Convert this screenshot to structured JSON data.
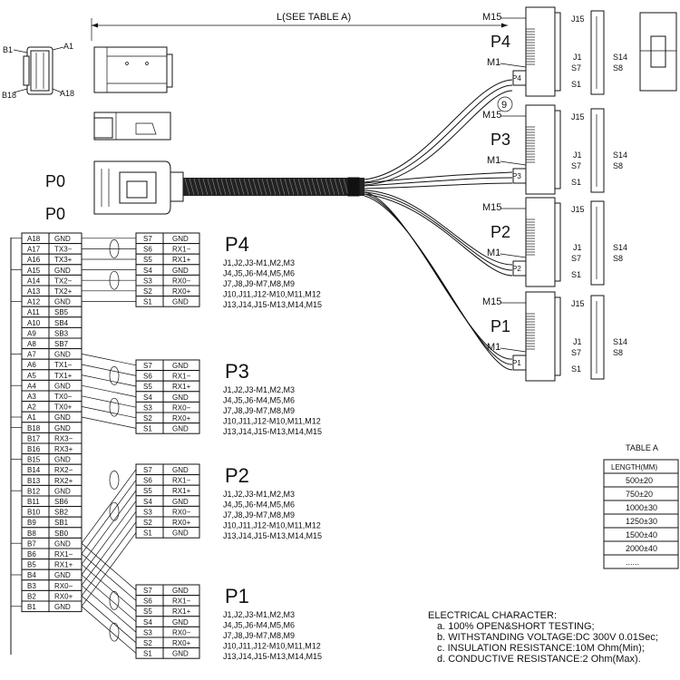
{
  "top": {
    "length_label": "L(SEE TABLE A)"
  },
  "connector_labels": {
    "b1": "B1",
    "a1": "A1",
    "b18": "B18",
    "a18": "A18",
    "p0_top": "P0",
    "p0_bottom": "P0",
    "balloon": "9"
  },
  "sata_connectors": [
    {
      "name": "P4",
      "m15": "M15",
      "m1": "M1",
      "j15": "J15",
      "j1": "J1",
      "s14": "S14",
      "s7": "S7",
      "s8": "S8",
      "s1": "S1",
      "tag": "P4"
    },
    {
      "name": "P3",
      "m15": "M15",
      "m1": "M1",
      "j15": "J15",
      "j1": "J1",
      "s14": "S14",
      "s7": "S7",
      "s8": "S8",
      "s1": "S1",
      "tag": "P3"
    },
    {
      "name": "P2",
      "m15": "M15",
      "m1": "M1",
      "j15": "J15",
      "j1": "J1",
      "s14": "S14",
      "s7": "S7",
      "s8": "S8",
      "s1": "S1",
      "tag": "P2"
    },
    {
      "name": "P1",
      "m15": "M15",
      "m1": "M1",
      "j15": "J15",
      "j1": "J1",
      "s14": "S14",
      "s7": "S7",
      "s8": "S8",
      "s1": "S1",
      "tag": "P1"
    }
  ],
  "pinout_left": [
    {
      "pin": "A18",
      "sig": "GND"
    },
    {
      "pin": "A17",
      "sig": "TX3−"
    },
    {
      "pin": "A16",
      "sig": "TX3+"
    },
    {
      "pin": "A15",
      "sig": "GND"
    },
    {
      "pin": "A14",
      "sig": "TX2−"
    },
    {
      "pin": "A13",
      "sig": "TX2+"
    },
    {
      "pin": "A12",
      "sig": "GND"
    },
    {
      "pin": "A11",
      "sig": "SB5"
    },
    {
      "pin": "A10",
      "sig": "SB4"
    },
    {
      "pin": "A9",
      "sig": "SB3"
    },
    {
      "pin": "A8",
      "sig": "SB7"
    },
    {
      "pin": "A7",
      "sig": "GND"
    },
    {
      "pin": "A6",
      "sig": "TX1−"
    },
    {
      "pin": "A5",
      "sig": "TX1+"
    },
    {
      "pin": "A4",
      "sig": "GND"
    },
    {
      "pin": "A3",
      "sig": "TX0−"
    },
    {
      "pin": "A2",
      "sig": "TX0+"
    },
    {
      "pin": "A1",
      "sig": "GND"
    },
    {
      "pin": "B18",
      "sig": "GND"
    },
    {
      "pin": "B17",
      "sig": "RX3−"
    },
    {
      "pin": "B16",
      "sig": "RX3+"
    },
    {
      "pin": "B15",
      "sig": "GND"
    },
    {
      "pin": "B14",
      "sig": "RX2−"
    },
    {
      "pin": "B13",
      "sig": "RX2+"
    },
    {
      "pin": "B12",
      "sig": "GND"
    },
    {
      "pin": "B11",
      "sig": "SB6"
    },
    {
      "pin": "B10",
      "sig": "SB2"
    },
    {
      "pin": "B9",
      "sig": "SB1"
    },
    {
      "pin": "B8",
      "sig": "SB0"
    },
    {
      "pin": "B7",
      "sig": "GND"
    },
    {
      "pin": "B6",
      "sig": "RX1−"
    },
    {
      "pin": "B5",
      "sig": "RX1+"
    },
    {
      "pin": "B4",
      "sig": "GND"
    },
    {
      "pin": "B3",
      "sig": "RX0−"
    },
    {
      "pin": "B2",
      "sig": "RX0+"
    },
    {
      "pin": "B1",
      "sig": "GND"
    }
  ],
  "pinout_groups": [
    {
      "name": "P4",
      "rows": [
        [
          "S7",
          "GND"
        ],
        [
          "S6",
          "RX1−"
        ],
        [
          "S5",
          "RX1+"
        ],
        [
          "S4",
          "GND"
        ],
        [
          "S3",
          "RX0−"
        ],
        [
          "S2",
          "RX0+"
        ],
        [
          "S1",
          "GND"
        ]
      ],
      "notes": [
        "J1,J2,J3-M1,M2,M3",
        "J4,J5,J6-M4,M5,M6",
        "J7,J8,J9-M7,M8,M9",
        "J10,J11,J12-M10,M11,M12",
        "J13,J14,J15-M13,M14,M15"
      ]
    },
    {
      "name": "P3",
      "rows": [
        [
          "S7",
          "GND"
        ],
        [
          "S6",
          "RX1−"
        ],
        [
          "S5",
          "RX1+"
        ],
        [
          "S4",
          "GND"
        ],
        [
          "S3",
          "RX0−"
        ],
        [
          "S2",
          "RX0+"
        ],
        [
          "S1",
          "GND"
        ]
      ],
      "notes": [
        "J1,J2,J3-M1,M2,M3",
        "J4,J5,J6-M4,M5,M6",
        "J7,J8,J9-M7,M8,M9",
        "J10,J11,J12-M10,M11,M12",
        "J13,J14,J15-M13,M14,M15"
      ]
    },
    {
      "name": "P2",
      "rows": [
        [
          "S7",
          "GND"
        ],
        [
          "S6",
          "RX1−"
        ],
        [
          "S5",
          "RX1+"
        ],
        [
          "S4",
          "GND"
        ],
        [
          "S3",
          "RX0−"
        ],
        [
          "S2",
          "RX0+"
        ],
        [
          "S1",
          "GND"
        ]
      ],
      "notes": [
        "J1,J2,J3-M1,M2,M3",
        "J4,J5,J6-M4,M5,M6",
        "J7,J8,J9-M7,M8,M9",
        "J10,J11,J12-M10,M11,M12",
        "J13,J14,J15-M13,M14,M15"
      ]
    },
    {
      "name": "P1",
      "rows": [
        [
          "S7",
          "GND"
        ],
        [
          "S6",
          "RX1−"
        ],
        [
          "S5",
          "RX1+"
        ],
        [
          "S4",
          "GND"
        ],
        [
          "S3",
          "RX0−"
        ],
        [
          "S2",
          "RX0+"
        ],
        [
          "S1",
          "GND"
        ]
      ],
      "notes": [
        "J1,J2,J3-M1,M2,M3",
        "J4,J5,J6-M4,M5,M6",
        "J7,J8,J9-M7,M8,M9",
        "J10,J11,J12-M10,M11,M12",
        "J13,J14,J15-M13,M14,M15"
      ]
    }
  ],
  "table_a": {
    "title": "TABLE A",
    "header": "LENGTH(MM)",
    "rows": [
      "500±20",
      "750±20",
      "1000±30",
      "1250±30",
      "1500±40",
      "2000±40",
      "......"
    ]
  },
  "electrical": {
    "title": "ELECTRICAL CHARACTER:",
    "items": [
      "a. 100% OPEN&SHORT TESTING;",
      "b. WITHSTANDING VOLTAGE:DC 300V 0.01Sec;",
      "c. INSULATION RESISTANCE:10M Ohm(Min);",
      "d. CONDUCTIVE RESISTANCE:2 Ohm(Max)."
    ]
  }
}
